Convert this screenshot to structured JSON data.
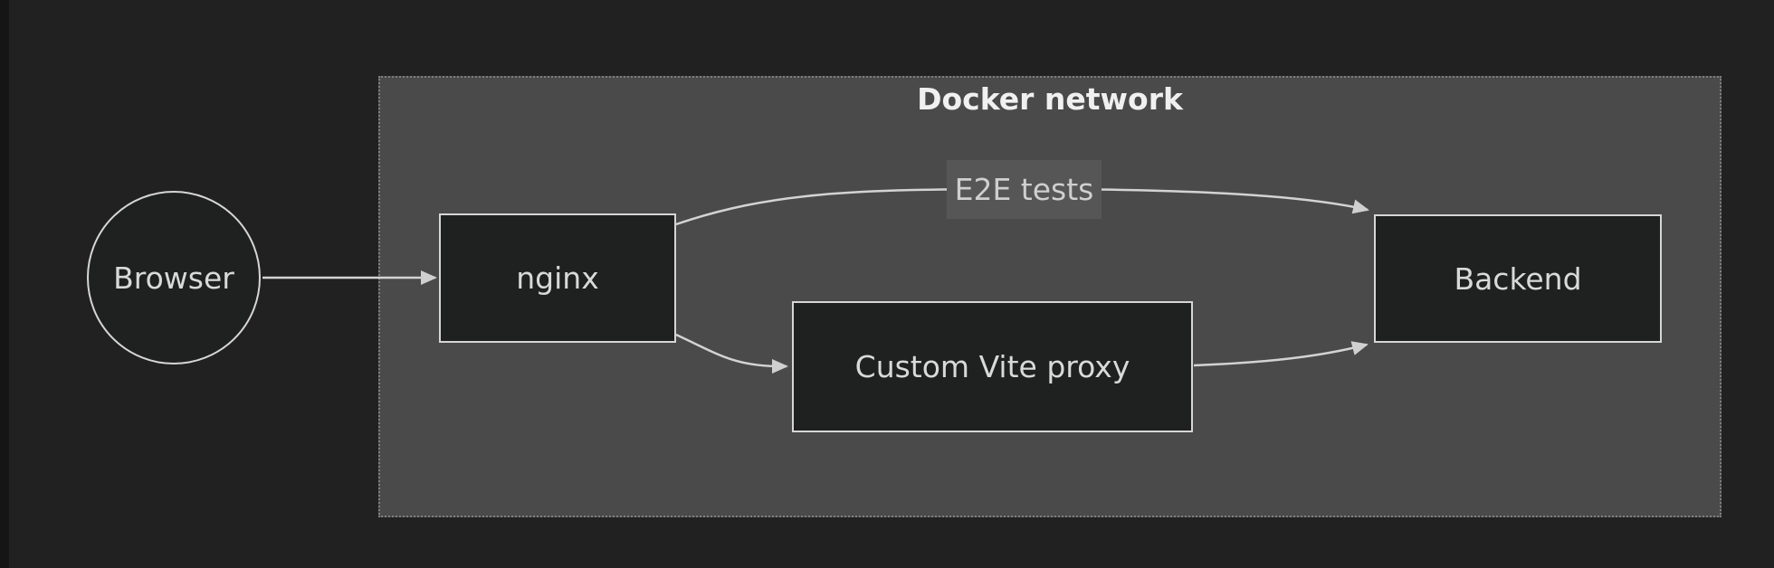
{
  "page": {
    "background": "#212121",
    "left_strip_color": "#151515"
  },
  "diagram": {
    "type": "flowchart",
    "cluster": {
      "title": "Docker network",
      "fill": "#4a4a4a",
      "border_color": "#7e7e7e",
      "title_color": "#f0f0f0"
    },
    "node_style": {
      "fill": "#1f2020",
      "border_color": "#d6d6d6",
      "text_color": "#d9d9d9"
    },
    "edge_style": {
      "line_color": "#d3d3d3",
      "arrow_color": "#d0d0d0"
    },
    "nodes": {
      "browser": {
        "label": "Browser",
        "shape": "circle",
        "inside_cluster": false
      },
      "nginx": {
        "label": "nginx",
        "shape": "rectangle",
        "inside_cluster": true
      },
      "custom_vite_proxy": {
        "label": "Custom Vite proxy",
        "shape": "rectangle",
        "inside_cluster": true
      },
      "backend": {
        "label": "Backend",
        "shape": "rectangle",
        "inside_cluster": true
      }
    },
    "edges": [
      {
        "from": "Browser",
        "to": "nginx",
        "label": ""
      },
      {
        "from": "nginx",
        "to": "Backend",
        "label": "E2E tests"
      },
      {
        "from": "nginx",
        "to": "Custom Vite proxy",
        "label": ""
      },
      {
        "from": "Custom Vite proxy",
        "to": "Backend",
        "label": ""
      }
    ],
    "edge_label": {
      "text": "E2E tests",
      "bg": "#565656",
      "color": "#cfcfcf"
    }
  }
}
